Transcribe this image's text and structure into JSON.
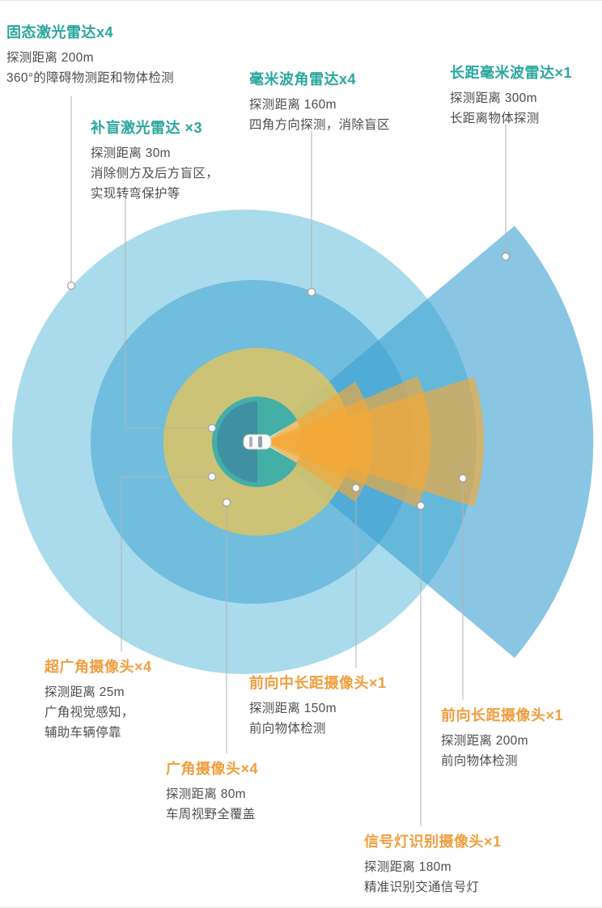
{
  "labels": [
    {
      "id": "solid-lidar",
      "title": "固态激光雷达x4",
      "lines": [
        "探测距离 200m",
        "360°的障碍物测距和物体检测"
      ],
      "color": "teal"
    },
    {
      "id": "blindspot-lidar",
      "title": "补盲激光雷达 ×3",
      "lines": [
        "探测距离 30m",
        "消除侧方及后方盲区，",
        "实现转弯保护等"
      ],
      "color": "teal"
    },
    {
      "id": "corner-radar",
      "title": "毫米波角雷达x4",
      "lines": [
        "探测距离 160m",
        "四角方向探测，消除盲区"
      ],
      "color": "teal"
    },
    {
      "id": "long-range-radar",
      "title": "长距毫米波雷达×1",
      "lines": [
        "探测距离 300m",
        "长距离物体探测"
      ],
      "color": "teal"
    },
    {
      "id": "ultrawide-camera",
      "title": "超广角摄像头×4",
      "lines": [
        "探测距离 25m",
        "广角视觉感知，",
        "辅助车辆停靠"
      ],
      "color": "orange"
    },
    {
      "id": "wide-camera",
      "title": "广角摄像头×4",
      "lines": [
        "探测距离 80m",
        "车周视野全覆盖"
      ],
      "color": "orange"
    },
    {
      "id": "front-midlong-camera",
      "title": "前向中长距摄像头×1",
      "lines": [
        "探测距离 150m",
        "前向物体检测"
      ],
      "color": "orange"
    },
    {
      "id": "front-long-camera",
      "title": "前向长距摄像头×1",
      "lines": [
        "探测距离 200m",
        "前向物体检测"
      ],
      "color": "orange"
    },
    {
      "id": "signal-light-camera",
      "title": "信号灯识别摄像头×1",
      "lines": [
        "探测距离 180m",
        "精准识别交通信号灯"
      ],
      "color": "orange"
    }
  ],
  "colors": {
    "teal": "#2aa79e",
    "orange": "#f09e3e",
    "text": "#4e4e4e",
    "blue_light": "#a9dbec",
    "blue_mid": "rgba(58,160,208,0.5)",
    "blue_fan": "rgba(58,160,208,0.6)",
    "yellow": "rgba(220,196,100,0.85)",
    "teal_circle": "#43afa7",
    "rear_dark": "rgba(62,118,160,0.55)",
    "orange_fan": "rgba(246,168,52,0.65)",
    "leader": "#b3b3b3"
  }
}
